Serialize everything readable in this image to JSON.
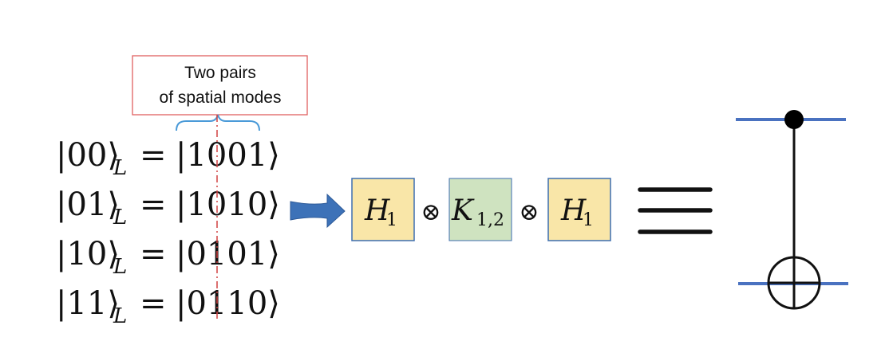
{
  "callout": {
    "line1": "Two pairs",
    "line2": "of spatial modes"
  },
  "states": [
    {
      "lhs": "|00⟩",
      "sub": "L",
      "eq": "=",
      "rhs": "|1001⟩"
    },
    {
      "lhs": "|01⟩",
      "sub": "L",
      "eq": "=",
      "rhs": "|1010⟩"
    },
    {
      "lhs": "|10⟩",
      "sub": "L",
      "eq": "=",
      "rhs": "|0101⟩"
    },
    {
      "lhs": "|11⟩",
      "sub": "L",
      "eq": "=",
      "rhs": "|0110⟩"
    }
  ],
  "gates": [
    {
      "symbol": "H",
      "sub": "1",
      "fill": "#f9e6a8"
    },
    {
      "symbol": "K",
      "sub": "1,2",
      "fill": "#cfe3c0"
    },
    {
      "symbol": "H",
      "sub": "1",
      "fill": "#f9e6a8"
    }
  ],
  "tensor_symbol": "⊗",
  "colors": {
    "callout_border": "#e06060",
    "brace": "#4a9ad8",
    "divider": "#d04040",
    "arrow": "#3d72b8",
    "gate_border": "#3d6eb0",
    "wire": "#4a72c0",
    "ink": "#111111"
  },
  "icons": [
    "right-arrow-icon",
    "equivalence-icon",
    "control-dot-icon",
    "target-xor-icon"
  ]
}
